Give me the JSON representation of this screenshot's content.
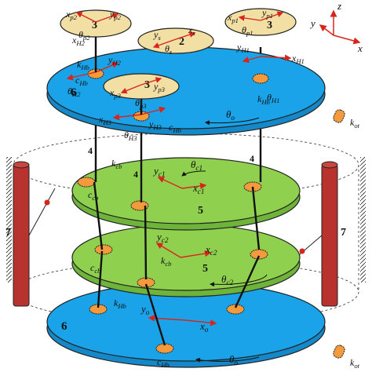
{
  "axes": {
    "z": "z",
    "y": "y",
    "x": "x"
  },
  "top_plate": {
    "number": "6",
    "labels": {
      "k_hb": "k",
      "k_hb_sub": "Hb",
      "c_hb": "c",
      "c_hb_sub": "Hb",
      "theta_o": "θ",
      "theta_o_sub": "o"
    }
  },
  "bottom_plate": {
    "number": "6",
    "labels": {
      "k_hb": "k",
      "k_hb_sub": "Hb",
      "c_hb": "c",
      "c_hb_sub": "Hb",
      "theta_o": "θ",
      "theta_o_sub": "o",
      "x_o": "x",
      "x_o_sub": "o",
      "y_o": "y",
      "y_o_sub": "o"
    }
  },
  "mid_plate_1": {
    "number": "5",
    "labels": {
      "k_cb": "k",
      "k_cb_sub": "cb",
      "c_cb": "c",
      "c_cb_sub": "cb",
      "x": "x",
      "x_sub": "c1",
      "y": "y",
      "y_sub": "c1",
      "theta": "θ",
      "theta_sub": "c1"
    }
  },
  "mid_plate_2": {
    "number": "5",
    "labels": {
      "k_cb": "k",
      "k_cb_sub": "cb",
      "c_cb": "c",
      "c_cb_sub": "cb",
      "x": "x",
      "x_sub": "c2",
      "y": "y",
      "y_sub": "c2",
      "theta": "θ",
      "theta_sub": "c2"
    }
  },
  "planets": [
    {
      "number": "3",
      "x": "x",
      "x_sub": "p2",
      "y": "y",
      "y_sub": "p2",
      "theta": "θ",
      "theta_sub": "p2"
    },
    {
      "number": "3",
      "x": "x",
      "x_sub": "p1",
      "y": "y",
      "y_sub": "p1",
      "theta": "θ",
      "theta_sub": "p1"
    },
    {
      "number": "3",
      "x": "x",
      "x_sub": "p3",
      "y": "y",
      "y_sub": "p3",
      "theta": "θ",
      "theta_sub": "p3"
    }
  ],
  "sun": {
    "number": "2",
    "x": "x",
    "x_sub": "s",
    "y": "y",
    "y_sub": "s",
    "theta": "θ",
    "theta_sub": "s"
  },
  "holes": [
    {
      "x": "x",
      "x_sub": "H2",
      "y": "y",
      "y_sub": "H2",
      "theta": "θ",
      "theta_sub": "H2"
    },
    {
      "x": "x",
      "x_sub": "H1",
      "y": "y",
      "y_sub": "H1",
      "theta": "θ",
      "theta_sub": "H1"
    },
    {
      "x": "x",
      "x_sub": "H3",
      "y": "y",
      "y_sub": "H3",
      "theta": "θ",
      "theta_sub": "H3"
    }
  ],
  "pins": {
    "number": "4"
  },
  "posts": {
    "number": "7"
  },
  "legend": {
    "k_ot": "k",
    "k_ot_sub": "ot"
  },
  "colors": {
    "plate_blue": "#1aa3e8",
    "plate_green": "#8fd14f",
    "planet": "#f1dfa3",
    "post": "#b9332e",
    "bearing": "#f39a3c"
  }
}
